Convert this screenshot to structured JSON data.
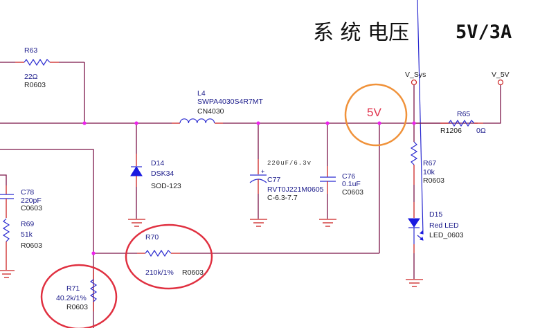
{
  "title": {
    "chinese": "系 统 电压",
    "rating": "5V/3A"
  },
  "annotation": {
    "label": "5V",
    "circle_color": "#f0923a",
    "highlight_color": "#e03040"
  },
  "nets": {
    "v_sys": "V_Sys",
    "v_5v": "V_5V"
  },
  "components": {
    "r63": {
      "ref": "R63",
      "value": "22Ω",
      "footprint": "R0603"
    },
    "l4": {
      "ref": "L4",
      "value": "SWPA4030S4R7MT",
      "footprint": "CN4030"
    },
    "d14": {
      "ref": "D14",
      "value": "DSK34",
      "footprint": "SOD-123"
    },
    "c77": {
      "ref": "C77",
      "note": "220uF/6.3v",
      "value": "RVT0J221M0605",
      "footprint": "C-6.3-7.7",
      "polarity": "+"
    },
    "c76": {
      "ref": "C76",
      "value": "0.1uF",
      "footprint": "C0603"
    },
    "r65": {
      "ref": "R65",
      "value": "0Ω",
      "footprint": "R1206"
    },
    "r67": {
      "ref": "R67",
      "value": "10k",
      "footprint": "R0603"
    },
    "d15": {
      "ref": "D15",
      "value": "Red LED",
      "footprint": "LED_0603"
    },
    "c78": {
      "ref": "C78",
      "value": "220pF",
      "footprint": "C0603"
    },
    "r69": {
      "ref": "R69",
      "value": "51k",
      "footprint": "R0603"
    },
    "r70": {
      "ref": "R70",
      "value": "210k/1%",
      "footprint": "R0603"
    },
    "r71": {
      "ref": "R71",
      "value": "40.2k/1%",
      "footprint": "R0603"
    }
  }
}
